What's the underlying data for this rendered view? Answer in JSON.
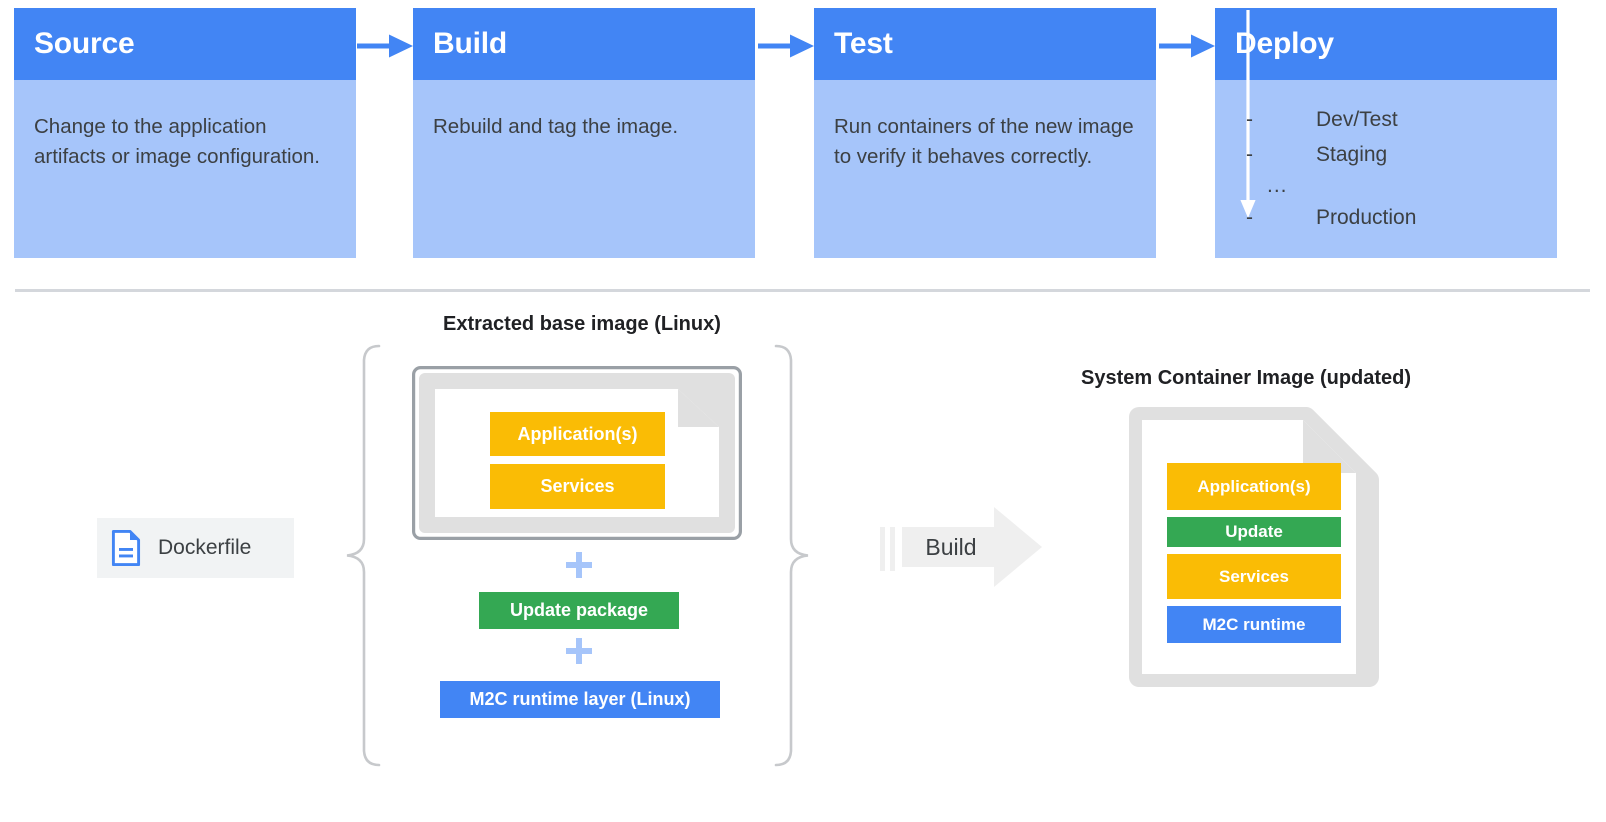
{
  "pipeline": {
    "stages": [
      {
        "title": "Source",
        "description": "Change to the application artifacts or image configuration."
      },
      {
        "title": "Build",
        "description": "Rebuild and tag the image."
      },
      {
        "title": "Test",
        "description": "Run containers of the new image to verify it behaves correctly."
      },
      {
        "title": "Deploy",
        "environments": [
          {
            "bullet": "-",
            "name": "Dev/Test"
          },
          {
            "bullet": "-",
            "name": "Staging"
          },
          {
            "bullet": "-",
            "name": "Production"
          }
        ],
        "ellipsis": "..."
      }
    ],
    "connector_icon": "arrow-right-icon"
  },
  "build_diagram": {
    "input_chip": {
      "icon": "document-icon",
      "label": "Dockerfile"
    },
    "base_image": {
      "caption": "Extracted base image (Linux)",
      "layers": [
        {
          "label": "Application(s)",
          "color": "#fabc05"
        },
        {
          "label": "Services",
          "color": "#fabc05"
        }
      ]
    },
    "additional_layers": [
      {
        "label": "Update package",
        "color": "#34a853"
      },
      {
        "label": "M2C runtime layer (Linux)",
        "color": "#4285f4"
      }
    ],
    "plus_operator": "+",
    "build_action": {
      "label": "Build",
      "icon": "block-arrow-right-icon"
    },
    "output_image": {
      "caption": "System Container Image (updated)",
      "layers": [
        {
          "label": "Application(s)",
          "color": "#fabc05"
        },
        {
          "label": "Update",
          "color": "#34a853"
        },
        {
          "label": "Services",
          "color": "#fabc05"
        },
        {
          "label": "M2C runtime",
          "color": "#4285f4"
        }
      ]
    }
  },
  "colors": {
    "header_blue": "#4285f4",
    "body_blue": "#a6c5fa",
    "orange": "#fabc05",
    "green": "#34a853",
    "gray_frame": "#9aa0a6",
    "gray_fill": "#e0e0e0",
    "divider": "#d4d7dc",
    "text_dark": "#3c4043"
  }
}
